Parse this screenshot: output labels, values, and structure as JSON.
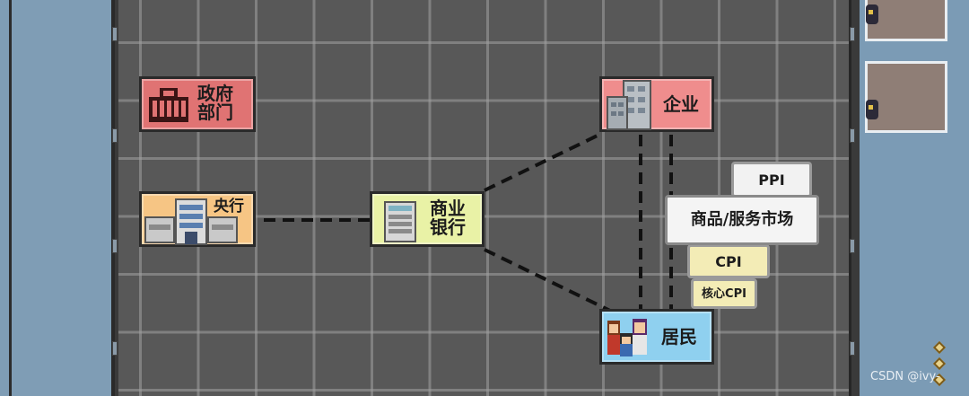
{
  "nodes": {
    "government": {
      "label": "政府\n部门",
      "icon": "government-building-icon",
      "color": "#e07373"
    },
    "central_bank": {
      "label": "央行",
      "icon": "central-bank-building-icon",
      "color": "#f6c584"
    },
    "commercial_bank": {
      "label": "商业\n银行",
      "icon": "bank-building-icon",
      "color": "#e9f2a6"
    },
    "enterprise": {
      "label": "企业",
      "icon": "office-buildings-icon",
      "color": "#ef8d8d"
    },
    "residents": {
      "label": "居民",
      "icon": "family-people-icon",
      "color": "#8fd0ef"
    }
  },
  "market": {
    "ppi": "PPI",
    "goods_services": "商品/服务市场",
    "cpi": "CPI",
    "core_cpi": "核心CPI"
  },
  "watermark": "CSDN @ivy-"
}
